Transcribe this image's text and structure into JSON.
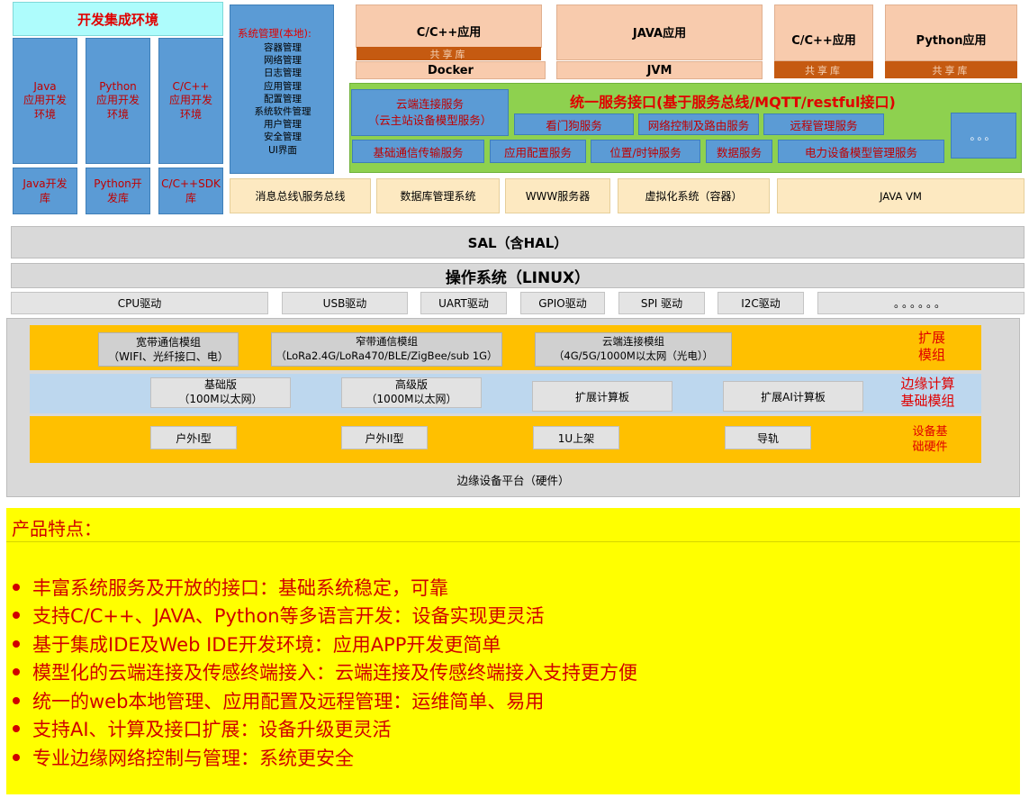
{
  "dev_env": {
    "title": "开发集成环境",
    "envs": [
      {
        "env": "Java\n应用开发\n环境",
        "lib": "Java开发\n库"
      },
      {
        "env": "Python\n应用开发\n环境",
        "lib": "Python开\n发库"
      },
      {
        "env": "C/C++\n应用开发\n环境",
        "lib": "C/C++SDK\n库"
      }
    ]
  },
  "sys_mgmt": {
    "title": "系统管理(本地):",
    "items": [
      "容器管理",
      "网络管理",
      "日志管理",
      "应用管理",
      "配置管理",
      "系统软件管理",
      "用户管理",
      "安全管理",
      "UI界面"
    ]
  },
  "apps": {
    "cpp1": {
      "label": "C/C++应用",
      "shared": "共享库",
      "runtime": "Docker"
    },
    "java": {
      "label": "JAVA应用",
      "runtime": "JVM"
    },
    "cpp2": {
      "label": "C/C++应用",
      "shared": "共享库"
    },
    "python": {
      "label": "Python应用",
      "shared": "共享库"
    }
  },
  "services": {
    "title": "统一服务接口(基于服务总线/MQTT/restful接口)",
    "cloud": "云端连接服务\n（云主站设备模型服务）",
    "row1": [
      "看门狗服务",
      "网络控制及路由服务",
      "远程管理服务"
    ],
    "row2": [
      "基础通信传输服务",
      "应用配置服务",
      "位置/时钟服务",
      "数据服务",
      "电力设备模型管理服务"
    ],
    "more": "。。。"
  },
  "middleware": [
    "消息总线\\服务总线",
    "数据库管理系统",
    "WWW服务器",
    "虚拟化系统（容器）",
    "JAVA VM"
  ],
  "sal": "SAL（含HAL）",
  "os": "操作系统（LINUX）",
  "drivers": [
    "CPU驱动",
    "USB驱动",
    "UART驱动",
    "GPIO驱动",
    "SPI 驱动",
    "I2C驱动",
    "。。。。。。"
  ],
  "hardware": {
    "ext_modules": [
      "宽带通信模组\n（WIFI、光纤接口、电）",
      "窄带通信模组\n（LoRa2.4G/LoRa470/BLE/ZigBee/sub 1G）",
      "云端连接模组\n（4G/5G/1000M以太网（光电））"
    ],
    "ext_label": "扩展\n模组",
    "edge_modules": [
      "基础版\n（100M以太网）",
      "高级版\n（1000M以太网）",
      "扩展计算板",
      "扩展AI计算板"
    ],
    "edge_label": "边缘计算\n基础模组",
    "base_modules": [
      "户外I型",
      "户外II型",
      "1U上架",
      "导轨"
    ],
    "base_label": "设备基\n础硬件",
    "platform": "边缘设备平台（硬件）"
  },
  "features": {
    "title": "产品特点：",
    "items": [
      "丰富系统服务及开放的接口：基础系统稳定，可靠",
      "支持C/C++、JAVA、Python等多语言开发：设备实现更灵活",
      "基于集成IDE及Web IDE开发环境：应用APP开发更简单",
      "模型化的云端连接及传感终端接入：云端连接及传感终端接入支持更方便",
      "统一的web本地管理、应用配置及远程管理：运维简单、易用",
      "支持AI、计算及接口扩展：设备升级更灵活",
      "专业边缘网络控制与管理：系统更安全"
    ]
  }
}
